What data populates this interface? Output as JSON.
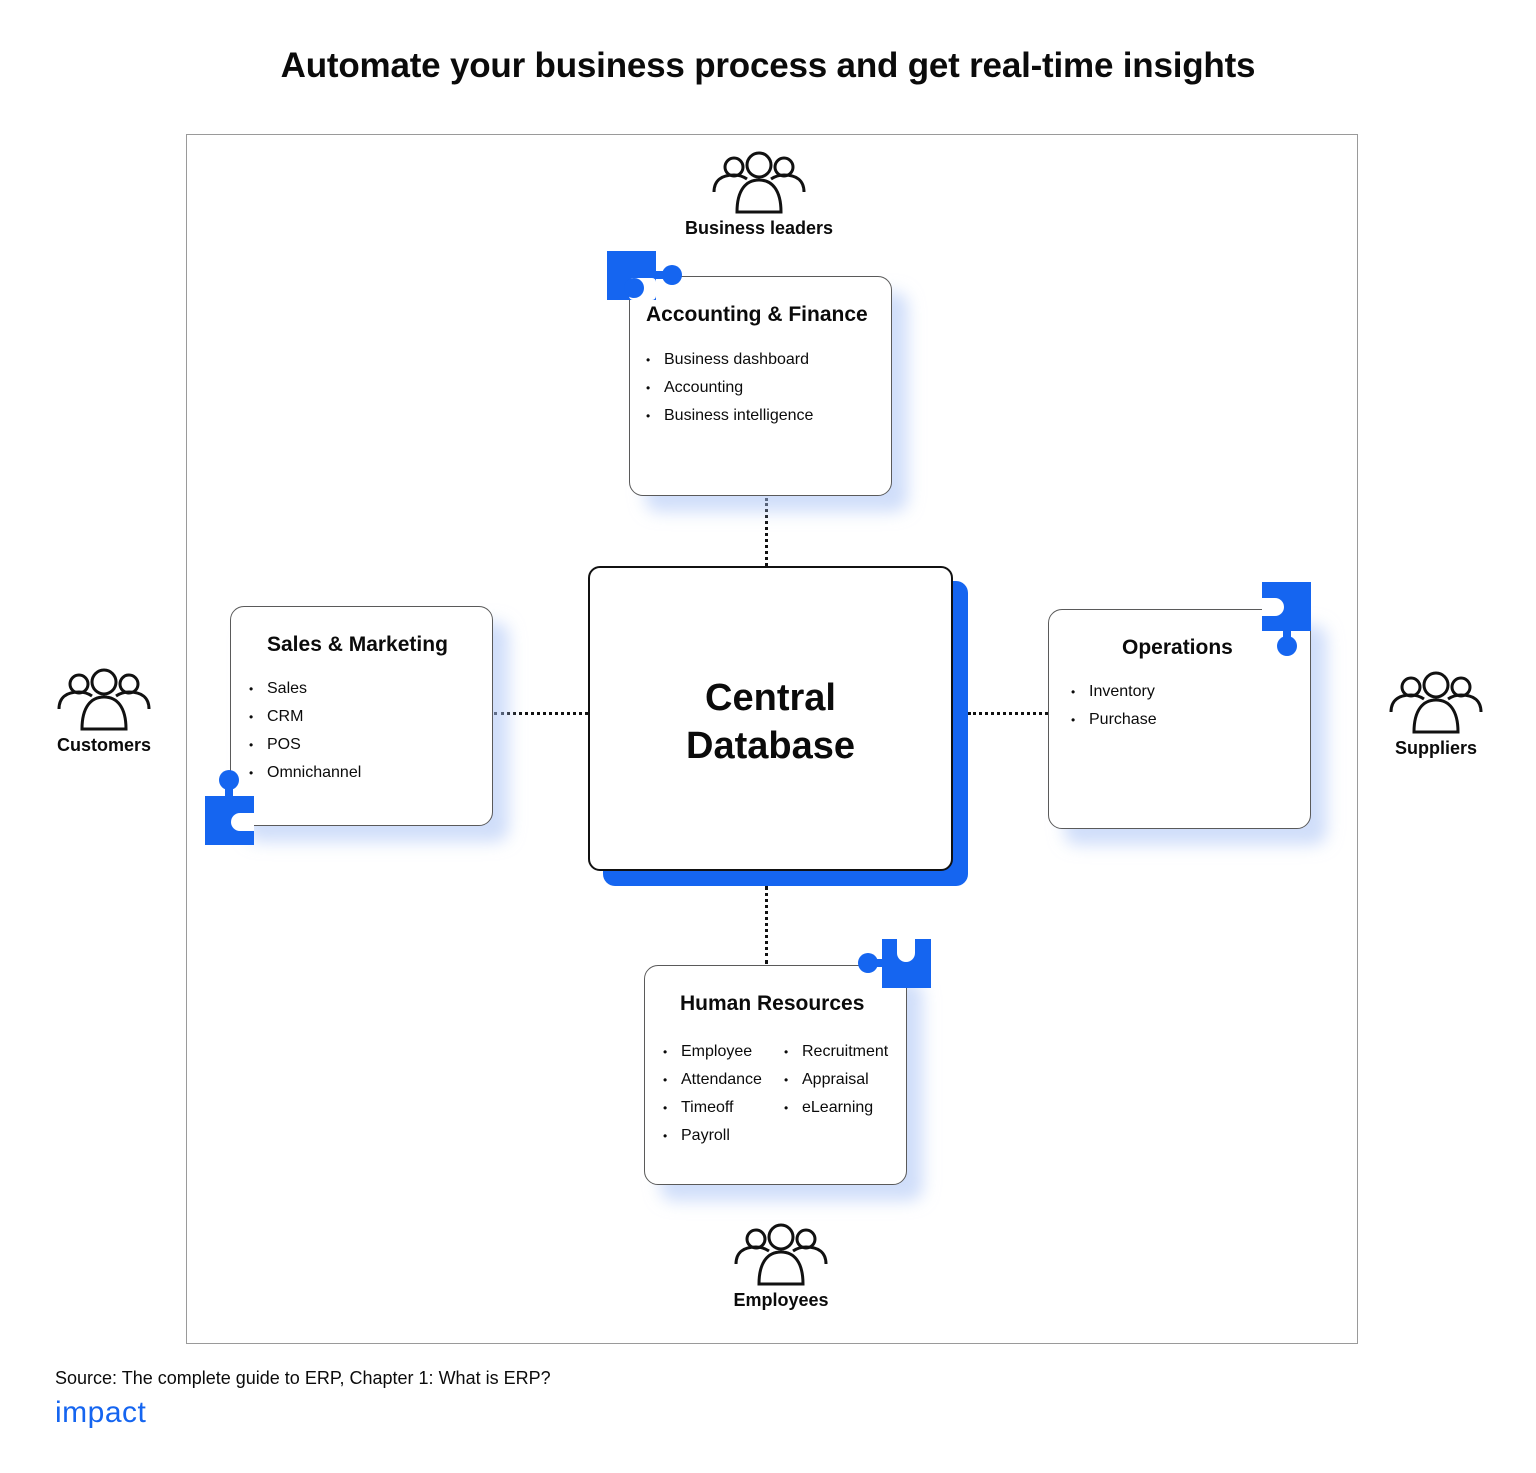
{
  "title": "Automate your business process and get real-time insights",
  "central": {
    "line1": "Central",
    "line2": "Database"
  },
  "personas": {
    "business_leaders": {
      "icon": "people-group-icon",
      "label": "Business leaders"
    },
    "customers": {
      "icon": "people-group-icon",
      "label": "Customers"
    },
    "suppliers": {
      "icon": "people-group-icon",
      "label": "Suppliers"
    },
    "employees": {
      "icon": "people-group-icon",
      "label": "Employees"
    }
  },
  "modules": {
    "accounting": {
      "title": "Accounting & Finance",
      "items": [
        "Business dashboard",
        "Accounting",
        "Business intelligence"
      ]
    },
    "sales": {
      "title": "Sales & Marketing",
      "items": [
        "Sales",
        "CRM",
        "POS",
        "Omnichannel"
      ]
    },
    "operations": {
      "title": "Operations",
      "items": [
        "Inventory",
        "Purchase"
      ]
    },
    "hr": {
      "title": "Human Resources",
      "items_left": [
        "Employee",
        "Attendance",
        "Timeoff",
        "Payroll"
      ],
      "items_right": [
        "Recruitment",
        "Appraisal",
        "eLearning"
      ]
    }
  },
  "colors": {
    "accent": "#1565f0",
    "shadow": "#cddcfb",
    "text": "#0b0b0b",
    "frame": "#9a9a9a"
  },
  "footer": {
    "source": "Source: The complete guide to ERP, Chapter 1: What is ERP?",
    "logo": "impact"
  }
}
